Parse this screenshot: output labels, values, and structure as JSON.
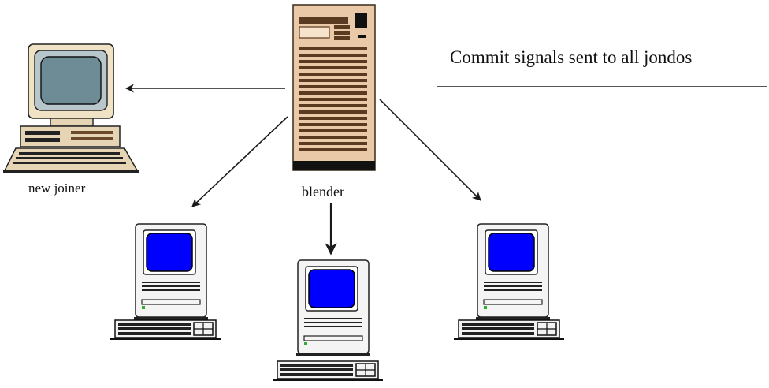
{
  "nodes": {
    "new_joiner": "new joiner",
    "blender": "blender"
  },
  "callout": {
    "text": "Commit signals sent to all jondos"
  },
  "colors": {
    "arrow": "#1a1a1a",
    "server_body": "#e9c9a8",
    "server_stripe": "#5a3a20",
    "screen_blue": "#0000ff",
    "screen_gray": "#6e8c95",
    "mac_case": "#f4f4f4"
  },
  "icons": {
    "server": "tower-server-icon",
    "joiner": "desktop-pc-icon",
    "jondo": "mac-classic-icon"
  }
}
